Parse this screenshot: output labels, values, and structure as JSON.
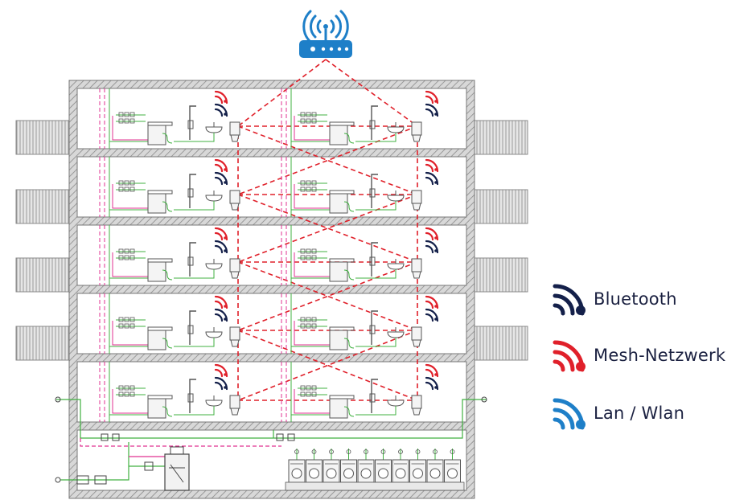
{
  "legend": {
    "bluetooth": {
      "label": "Bluetooth",
      "color": "#14204a",
      "icon": "bluetooth-signal-icon"
    },
    "mesh": {
      "label": "Mesh-Netzwerk",
      "color": "#e0202a",
      "icon": "mesh-signal-icon"
    },
    "lan": {
      "label": "Lan / Wlan",
      "color": "#1e7fc8",
      "icon": "wifi-signal-icon"
    }
  },
  "router": {
    "color": "#1e7fc8",
    "icon": "router-icon"
  },
  "building": {
    "floors": 5,
    "washing_machines": 10
  },
  "colors": {
    "wall": "#9a9a9a",
    "hot_water": "#e03090",
    "cold_water": "#40b040",
    "mesh_link": "#e0202a",
    "fixture": "#555555"
  }
}
